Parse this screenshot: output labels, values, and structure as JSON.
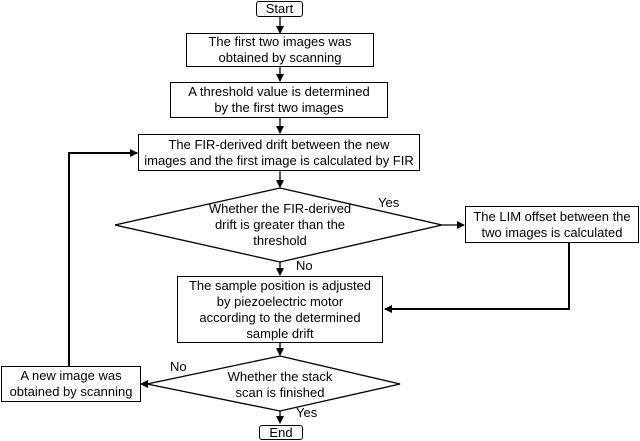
{
  "nodes": {
    "start": "Start",
    "scan_two": "The first two images was\nobtained by scanning",
    "threshold": "A threshold value is  determined\nby the first two images",
    "fir_drift": "The FIR-derived drift between the new\nimages and the first image is calculated by FIR",
    "compare": "Whether the FIR-derived\ndrift is greater than the\nthreshold",
    "lim_offset": "The LIM offset between the\ntwo images is calculated",
    "adjust": "The sample position is adjusted\nby piezoelectric motor\naccording to the determined\nsample drift",
    "stack_done": "Whether the stack\nscan is finished",
    "new_image": "A new image was\nobtained by scanning",
    "end": "End"
  },
  "edge_labels": {
    "yes1": "Yes",
    "no1": "No",
    "no2": "No",
    "yes2": "Yes"
  }
}
